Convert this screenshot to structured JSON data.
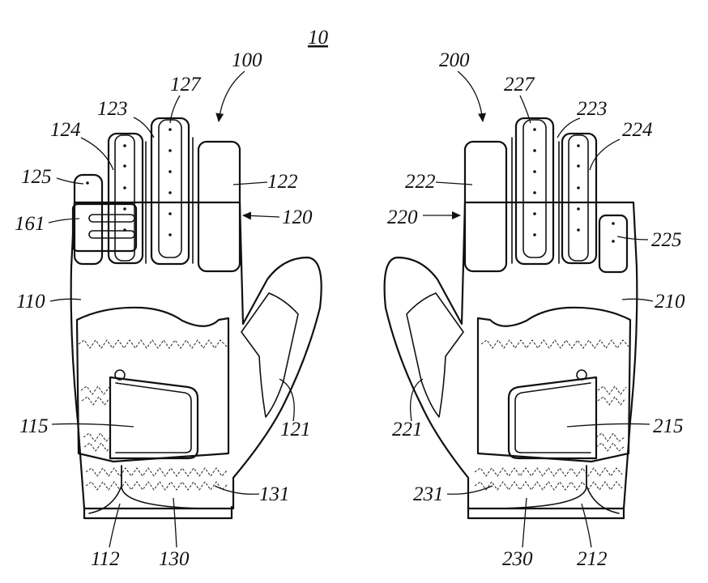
{
  "figure_number": "10",
  "labels": {
    "l100": "100",
    "l127": "127",
    "l123": "123",
    "l124": "124",
    "l125": "125",
    "l122": "122",
    "l161": "161",
    "l120": "120",
    "l110": "110",
    "l115": "115",
    "l121": "121",
    "l131": "131",
    "l112": "112",
    "l130": "130",
    "l200": "200",
    "l227": "227",
    "l223": "223",
    "l224": "224",
    "l222": "222",
    "l220": "220",
    "l225": "225",
    "l210": "210",
    "l215": "215",
    "l221": "221",
    "l231": "231",
    "l230": "230",
    "l212": "212"
  }
}
